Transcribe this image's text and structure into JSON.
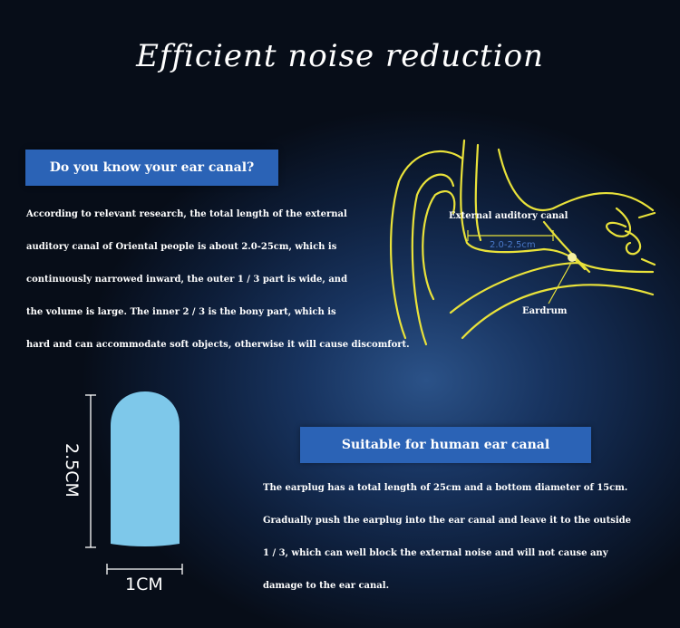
{
  "title": "Efficient noise reduction",
  "section1": {
    "heading": "Do you know your ear canal?",
    "lines": [
      "According to relevant research, the total length of the external",
      "auditory canal of Oriental people is about 2.0-25cm, which is",
      "continuously narrowed inward, the outer 1 / 3 part is wide, and",
      "the volume is large. The inner 2 / 3 is the bony part, which is",
      "hard and can accommodate soft objects, otherwise it will cause discomfort."
    ]
  },
  "diagram": {
    "canal_label": "External auditory canal",
    "length_label": "2.0-2.5cm",
    "eardrum_label": "Eardrum",
    "line_color": "#e9e23a"
  },
  "earplug": {
    "height_label": "2.5CM",
    "width_label": "1CM",
    "color": "#7ec8ea"
  },
  "section2": {
    "heading": "Suitable for human ear canal",
    "lines": [
      "The earplug has a total length of 25cm and a bottom diameter of 15cm.",
      "Gradually push the earplug into the ear canal and leave it to the outside",
      "1 / 3, which can well block the external noise and will not cause any",
      "damage to the ear canal."
    ]
  }
}
